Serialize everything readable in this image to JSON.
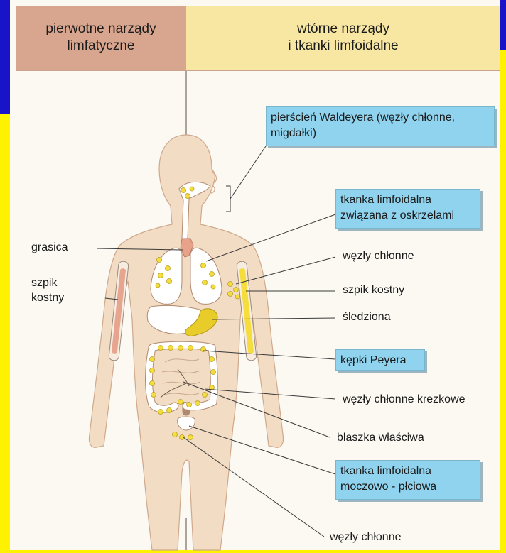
{
  "header": {
    "left": [
      "pierwotne narządy",
      "limfatyczne"
    ],
    "right": [
      "wtórne narządy",
      "i tkanki limfoidalne"
    ]
  },
  "left_labels": {
    "grasica": "grasica",
    "szpik": [
      "szpik",
      "kostny"
    ]
  },
  "boxes": {
    "waldeyer": [
      "pierścień Waldeyera (węzły chłonne,",
      "migdałki)"
    ],
    "oskrzela": [
      "tkanka limfoidalna",
      "związana z oskrzelami"
    ],
    "peyer": "kępki Peyera",
    "moczowo": [
      "tkanka limfoidalna",
      "moczowo - płciowa"
    ]
  },
  "right_labels": {
    "wezly1": "węzły chłonne",
    "szpik": "szpik kostny",
    "sledziona": "śledziona",
    "krezkowe": "węzły chłonne krezkowe",
    "blaszka": "blaszka właściwa",
    "wezly2": "węzły chłonne"
  },
  "colors": {
    "skin": "#f2dcc3",
    "organ_fill": "#ffffff",
    "node_yellow": "#f4dd3c",
    "spleen": "#e8cc2a",
    "bone_red": "#e7a48e",
    "box_blue": "#8fd3ee",
    "header_left": "#d8a58f",
    "header_right": "#f7e7a2"
  }
}
